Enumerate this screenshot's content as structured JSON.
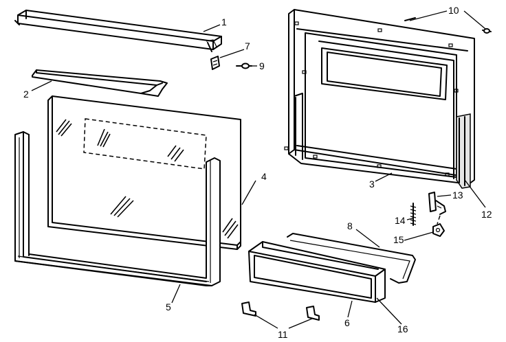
{
  "parts": [
    {
      "id": "p1",
      "number": "1"
    },
    {
      "id": "p2",
      "number": "2"
    },
    {
      "id": "p3",
      "number": "3"
    },
    {
      "id": "p4",
      "number": "4"
    },
    {
      "id": "p5",
      "number": "5"
    },
    {
      "id": "p6",
      "number": "6"
    },
    {
      "id": "p7",
      "number": "7"
    },
    {
      "id": "p8",
      "number": "8"
    },
    {
      "id": "p9",
      "number": "9"
    },
    {
      "id": "p10",
      "number": "10"
    },
    {
      "id": "p11",
      "number": "11"
    },
    {
      "id": "p12",
      "number": "12"
    },
    {
      "id": "p13",
      "number": "13"
    },
    {
      "id": "p14",
      "number": "14"
    },
    {
      "id": "p15",
      "number": "15"
    },
    {
      "id": "p16",
      "number": "16"
    }
  ]
}
